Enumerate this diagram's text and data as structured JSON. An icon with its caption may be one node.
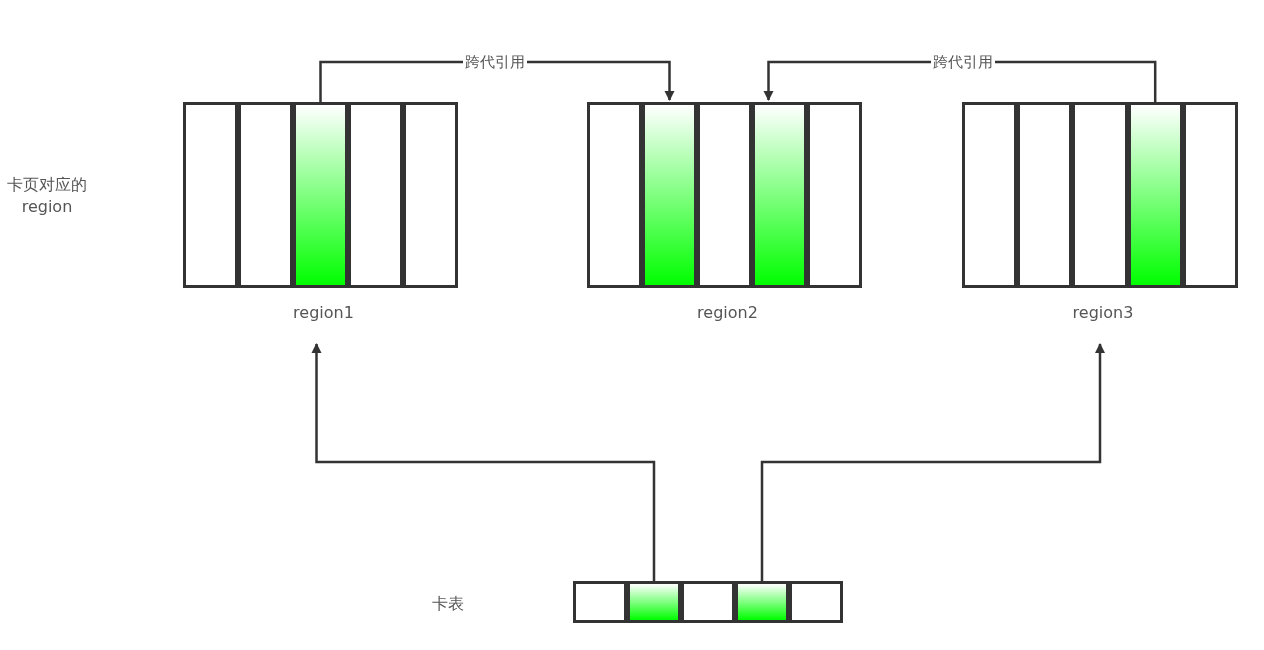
{
  "diagram": {
    "nodes": [
      {
        "text": [
          "region1"
        ]
      },
      {
        "text": [],
        "shape": "box",
        "in": 0
      },
      {
        "text": [],
        "shape": "box",
        "in": 0
      },
      {
        "text": [],
        "shape": "box",
        "in": 0
      },
      {
        "text": [],
        "shape": "box",
        "in": 0
      },
      {
        "text": [],
        "shape": "box",
        "in": 0
      },
      {
        "text": [
          "region2"
        ]
      },
      {
        "text": [],
        "shape": "box",
        "in": 6
      },
      {
        "text": [],
        "shape": "box",
        "in": 6
      },
      {
        "text": [],
        "shape": "box",
        "in": 6
      },
      {
        "text": [],
        "shape": "box",
        "in": 6
      },
      {
        "text": [],
        "shape": "box",
        "in": 6
      },
      {
        "text": [
          "region3"
        ]
      },
      {
        "text": [],
        "shape": "box",
        "in": 12
      },
      {
        "text": [],
        "shape": "box",
        "in": 12
      },
      {
        "text": [],
        "shape": "box",
        "in": 12
      },
      {
        "text": [],
        "shape": "box",
        "in": 12
      },
      {
        "text": [],
        "shape": "box",
        "in": 12
      },
      {
        "text": [],
        "shape": "box"
      },
      {
        "text": [],
        "shape": "box",
        "in": 18
      },
      {
        "text": [],
        "shape": "box",
        "in": 18
      },
      {
        "text": [],
        "shape": "box",
        "in": 18
      },
      {
        "text": [],
        "shape": "box",
        "in": 18
      },
      {
        "text": [],
        "shape": "box",
        "in": 18
      }
    ],
    "edges": [
      {
        "from": 3,
        "to": 8,
        "arrow": "to",
        "label": "跨代引用"
      },
      {
        "from": 16,
        "to": 10,
        "arrow": "to",
        "label": "跨代引用"
      },
      {
        "from": 20,
        "to": 0,
        "arrow": "to"
      },
      {
        "from": 22,
        "to": 12,
        "arrow": "to"
      }
    ],
    "labels": [
      "卡页对应的 region",
      "卡表"
    ]
  }
}
